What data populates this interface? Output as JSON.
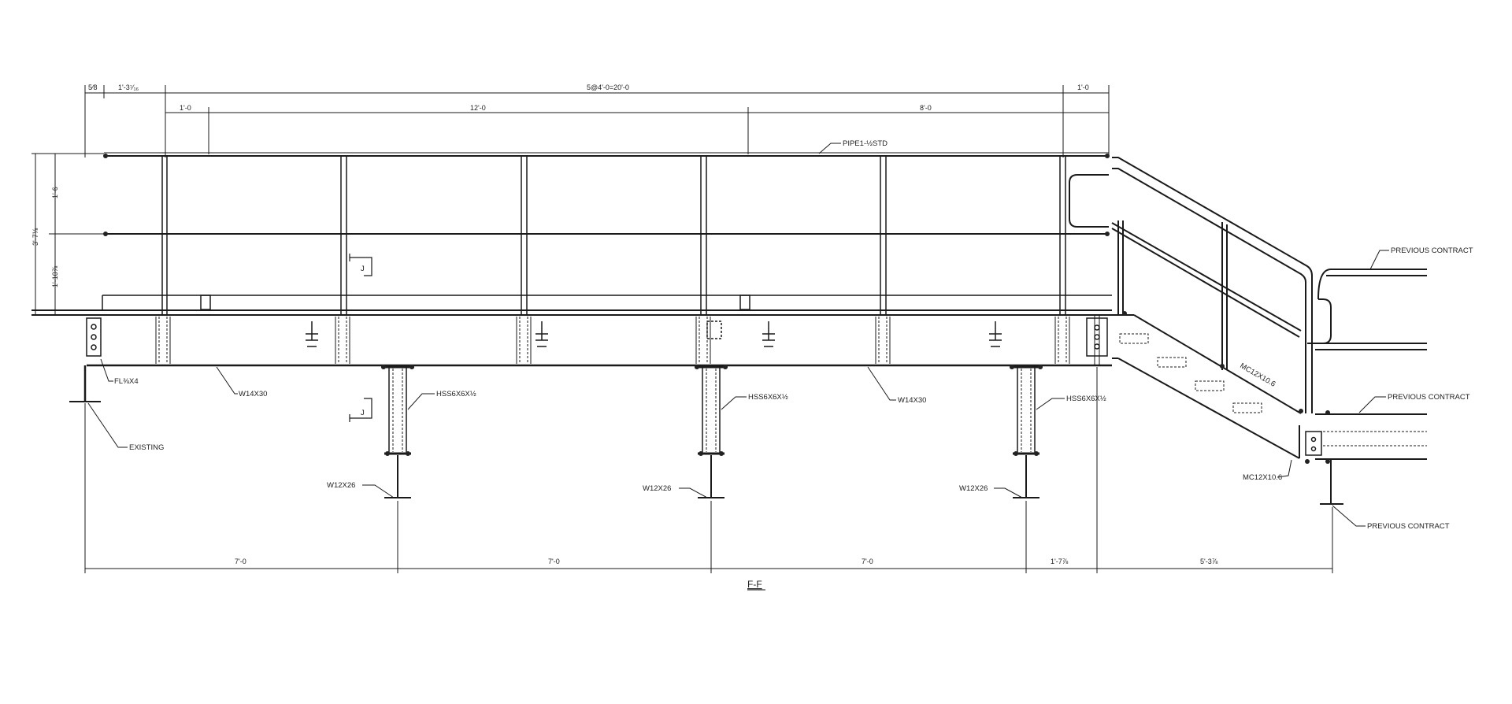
{
  "section": {
    "title": "F-F"
  },
  "top_dims": {
    "d1": "5⁄8",
    "d2": "1'-3⁷⁄₁₆",
    "d3": "5@4'-0=20'-0",
    "d4": "1'-0",
    "d5": "1'-0",
    "d6": "12'-0",
    "d7": "8'-0"
  },
  "left_dims": {
    "d1": "1'-6",
    "d2": "3'-7⅛",
    "d3": "1'-10⅞"
  },
  "bottom_dims": {
    "d1": "7'-0",
    "d2": "7'-0",
    "d3": "7'-0",
    "d4": "1'-7⅞",
    "d5": "5'-3⅞"
  },
  "labels": {
    "pipe": "PIPE1-½STD",
    "fl": "FL⅜X4",
    "w14_left": "W14X30",
    "w14_right": "W14X30",
    "existing": "EXISTING",
    "hss1": "HSS6X6X½",
    "hss2": "HSS6X6X½",
    "hss3": "HSS6X6X½",
    "w12_1": "W12X26",
    "w12_2": "W12X26",
    "w12_3": "W12X26",
    "prev1": "PREVIOUS CONTRACT",
    "prev2": "PREVIOUS CONTRACT",
    "prev3": "PREVIOUS CONTRACT",
    "mc1": "MC12X10.6",
    "mc2": "MC12X10.6",
    "sec_j1": "J",
    "sec_j2": "J"
  }
}
